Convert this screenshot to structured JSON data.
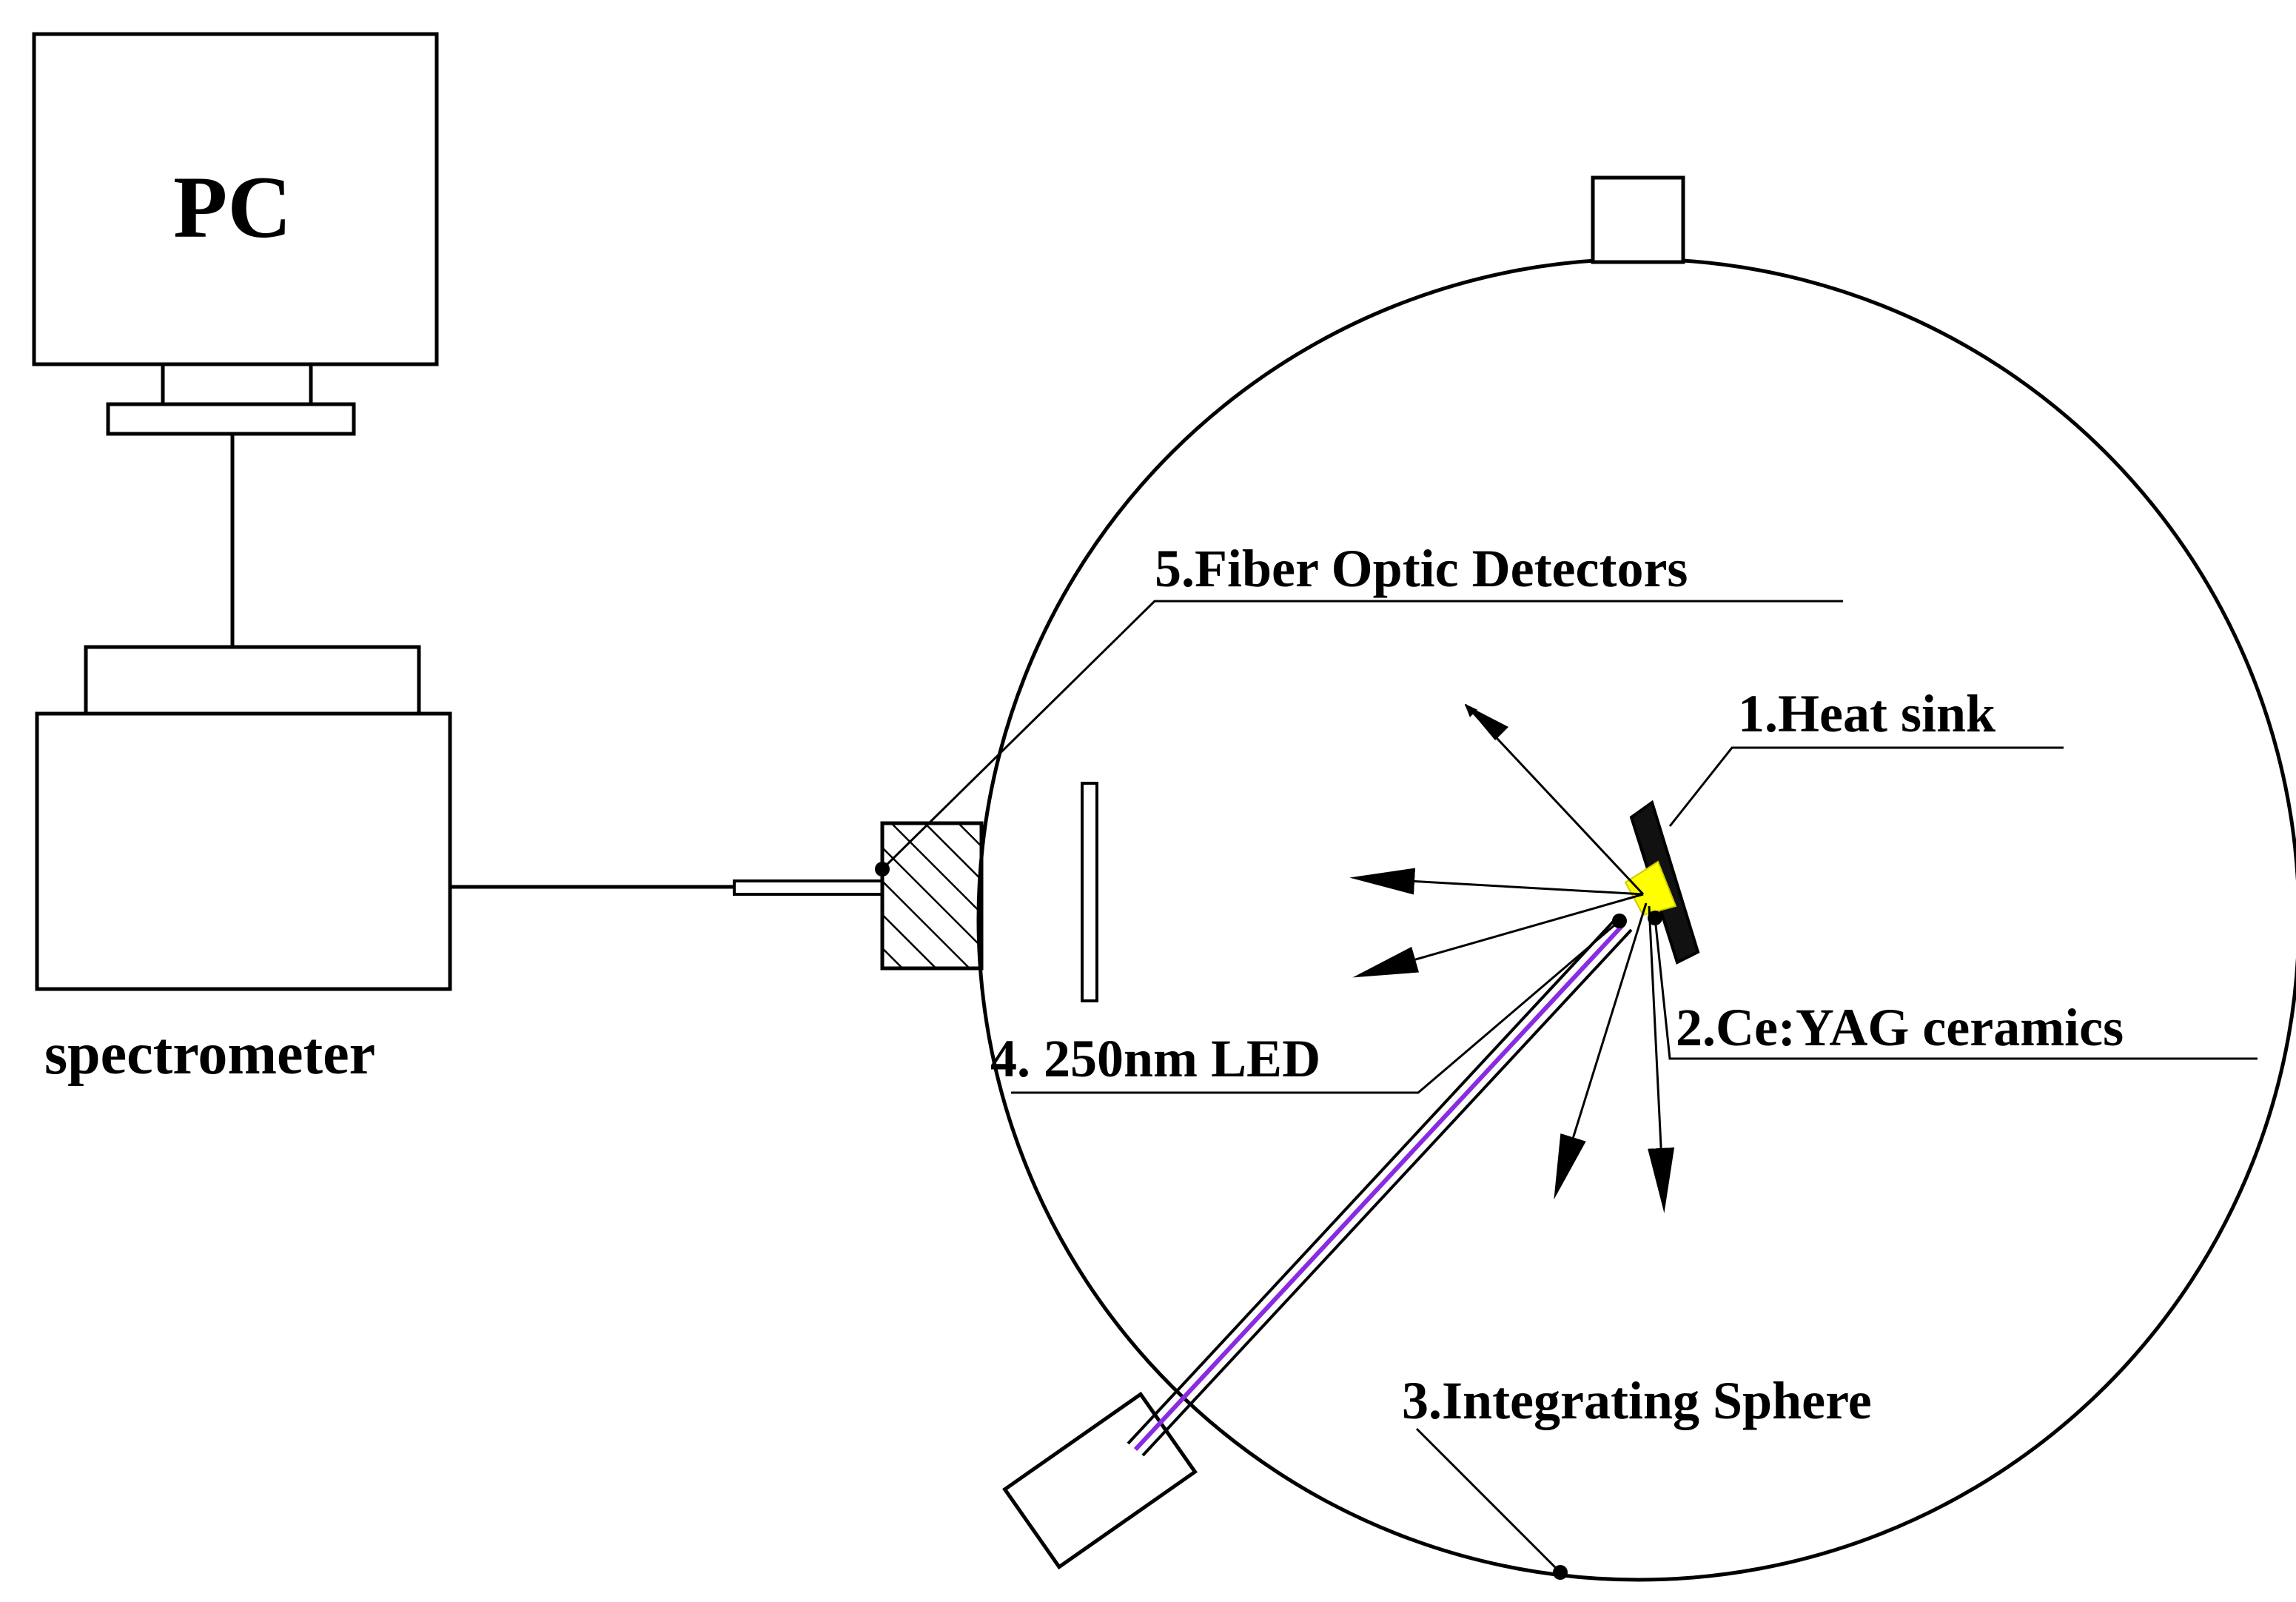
{
  "labels": {
    "pc": "PC",
    "spectrometer": "spectrometer",
    "fiber_optic_detectors": "5.Fiber Optic Detectors",
    "heat_sink": "1.Heat sink",
    "ceramics": "2.Ce:YAG ceramics",
    "led": "4. 250nm LED",
    "integrating_sphere": "3.Integrating Sphere"
  },
  "colors": {
    "line": "#000000",
    "background": "#ffffff",
    "ceramic": "#ffff00",
    "led_beam": "#8a2be2"
  }
}
